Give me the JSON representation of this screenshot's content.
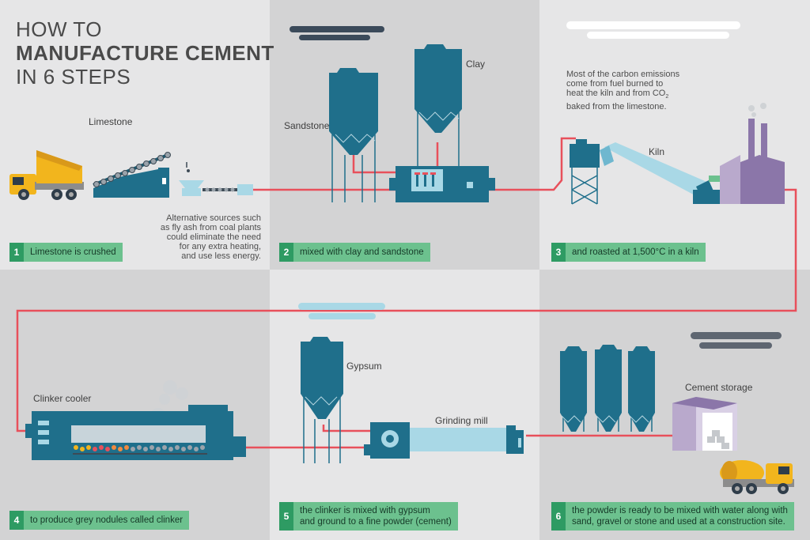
{
  "title": {
    "line1": "HOW TO",
    "line2": "MANUFACTURE CEMENT",
    "line3": "IN 6 STEPS"
  },
  "labels": {
    "limestone": "Limestone",
    "sandstone": "Sandstone",
    "clay": "Clay",
    "kiln": "Kiln",
    "clinker_cooler": "Clinker cooler",
    "gypsum": "Gypsum",
    "grinding_mill": "Grinding mill",
    "cement_storage": "Cement storage"
  },
  "notes": {
    "alt_sources": [
      "Alternative sources such",
      "as fly ash from coal plants",
      "could eliminate the need",
      "for any extra heating,",
      "and use less energy."
    ],
    "carbon": [
      "Most of the carbon emissions",
      "come from fuel burned to",
      "heat the kiln and from CO",
      "baked from the limestone."
    ],
    "carbon_sub": "2"
  },
  "steps": [
    {
      "num": "1",
      "text": "Limestone is crushed"
    },
    {
      "num": "2",
      "text": "mixed with clay and sandstone"
    },
    {
      "num": "3",
      "text": "and roasted at 1,500°C in a kiln"
    },
    {
      "num": "4",
      "text": "to produce grey nodules called clinker"
    },
    {
      "num": "5",
      "line1": "the clinker is mixed with gypsum",
      "line2": "and ground to a fine powder (cement)"
    },
    {
      "num": "6",
      "line1": "the powder is ready to be mixed with water along with",
      "line2": "sand, gravel or stone and used at a construction site."
    }
  ],
  "colors": {
    "bg_light": "#e6e6e7",
    "bg_dark": "#d2d2d3",
    "teal": "#1f6f8b",
    "pipe": "#e8505b",
    "step_green": "#6cc18e",
    "step_num": "#2e9b63",
    "truck_yellow": "#f2b51d",
    "kiln_blue": "#a9d8e6",
    "storage_purple": "#b9a9cc"
  }
}
